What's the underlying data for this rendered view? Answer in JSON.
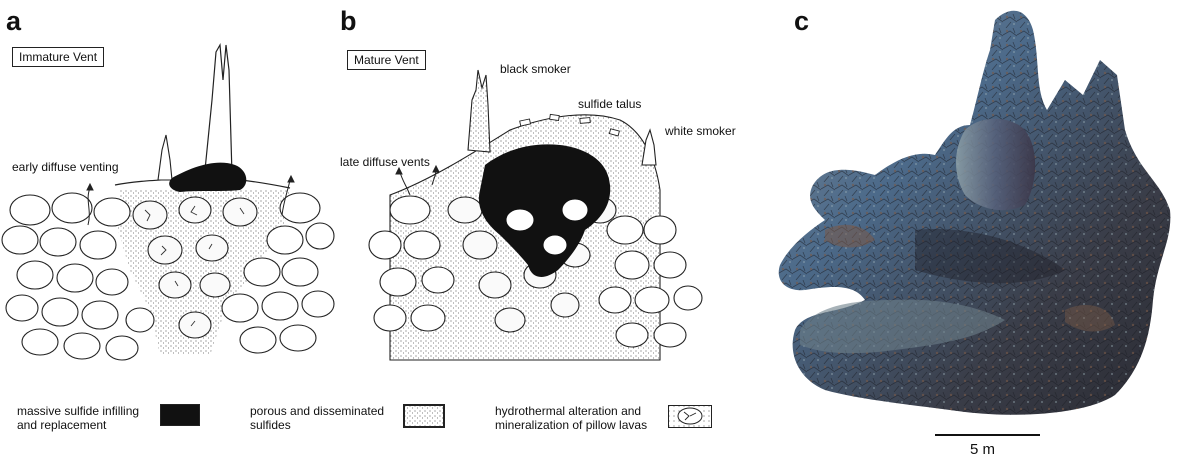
{
  "panels": {
    "a": {
      "letter": "a",
      "box_label": "Immature Vent",
      "annotations": [
        "early diffuse venting"
      ]
    },
    "b": {
      "letter": "b",
      "box_label": "Mature Vent",
      "annotations": [
        "black smoker",
        "sulfide talus",
        "white smoker",
        "late diffuse vents"
      ]
    },
    "c": {
      "letter": "c",
      "scale_bar_label": "5 m"
    }
  },
  "legend": [
    {
      "label_line1": "massive sulfide infilling",
      "label_line2": "and replacement",
      "pattern": "solid-black"
    },
    {
      "label_line1": "porous and disseminated",
      "label_line2": "sulfides",
      "pattern": "stipple"
    },
    {
      "label_line1": "hydrothermal alteration and",
      "label_line2": "mineralization of pillow lavas",
      "pattern": "cracked-pillow"
    }
  ],
  "colors": {
    "massive_sulfide": "#111111",
    "stipple": "#f4f4f4",
    "chimney_dark": "#3a3d48",
    "chimney_blue": "#4c6a8a",
    "chimney_rust": "#7a5a48"
  }
}
